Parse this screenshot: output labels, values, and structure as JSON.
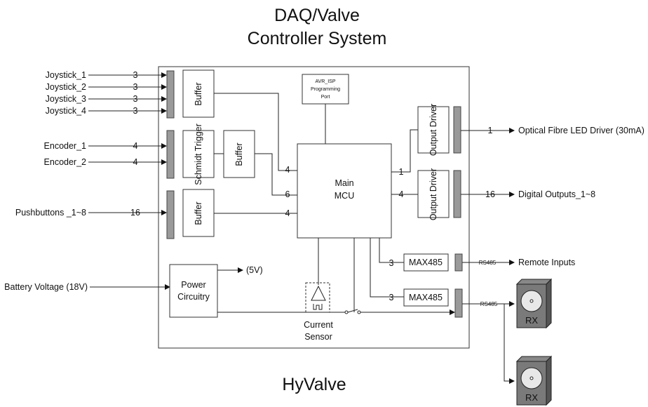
{
  "title": {
    "line1": "DAQ/Valve",
    "line2": "Controller System"
  },
  "footer": "HyValve",
  "inputs": {
    "joystick_1": "Joystick_1",
    "joystick_2": "Joystick_2",
    "joystick_3": "Joystick_3",
    "joystick_4": "Joystick_4",
    "encoder_1": "Encoder_1",
    "encoder_2": "Encoder_2",
    "pushbuttons": "Pushbuttons _1~8",
    "battery": "Battery Voltage (18V)"
  },
  "counts": {
    "joystick": "3",
    "encoder": "4",
    "pushbuttons": "16",
    "mcu_in_a": "4",
    "mcu_in_b": "6",
    "mcu_in_c": "4",
    "out_fibre": "1",
    "out_digital": "4",
    "fibre_line": "1",
    "digital_line": "16",
    "max485_a": "3",
    "max485_b": "3"
  },
  "blocks": {
    "buffer": "Buffer",
    "schmidt": "Schmidt Trigger",
    "isp": "AVR_ISP Programming Port",
    "mcu": "Main MCU",
    "output_driver": "Output Driver",
    "max485": "MAX485",
    "power": "Power Circuitry",
    "five_v": "(5V)",
    "current_sensor": "Current Sensor",
    "rx": "RX"
  },
  "outputs": {
    "fibre": "Optical Fibre LED Driver (30mA)",
    "digital": "Digital Outputs_1~8",
    "remote": "Remote Inputs",
    "rs485": "RS485"
  }
}
